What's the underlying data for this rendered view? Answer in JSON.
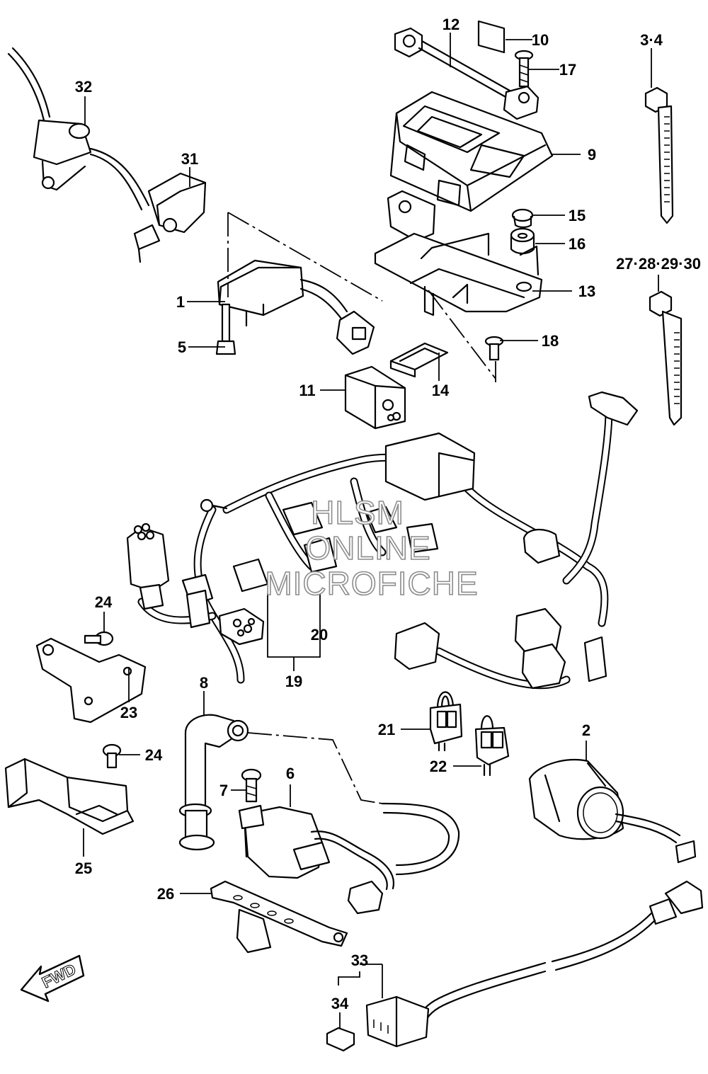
{
  "callouts": {
    "c1": "1",
    "c2": "2",
    "c3_4": "3·4",
    "c5": "5",
    "c6": "6",
    "c7": "7",
    "c8": "8",
    "c9": "9",
    "c10": "10",
    "c11": "11",
    "c12": "12",
    "c13": "13",
    "c14": "14",
    "c15": "15",
    "c16": "16",
    "c17": "17",
    "c18": "18",
    "c19": "19",
    "c20": "20",
    "c21": "21",
    "c22": "22",
    "c23": "23",
    "c24a": "24",
    "c24b": "24",
    "c25": "25",
    "c26": "26",
    "c27_30": "27·28·29·30",
    "c31": "31",
    "c32": "32",
    "c33": "33",
    "c34": "34"
  },
  "watermark": {
    "line1": "HLSM",
    "line2": "ONLINE",
    "line3": "MICROFICHE"
  },
  "fwd_label": "FWD",
  "colors": {
    "ink": "#000000",
    "watermark": "#8c8c8c",
    "background": "#ffffff"
  }
}
